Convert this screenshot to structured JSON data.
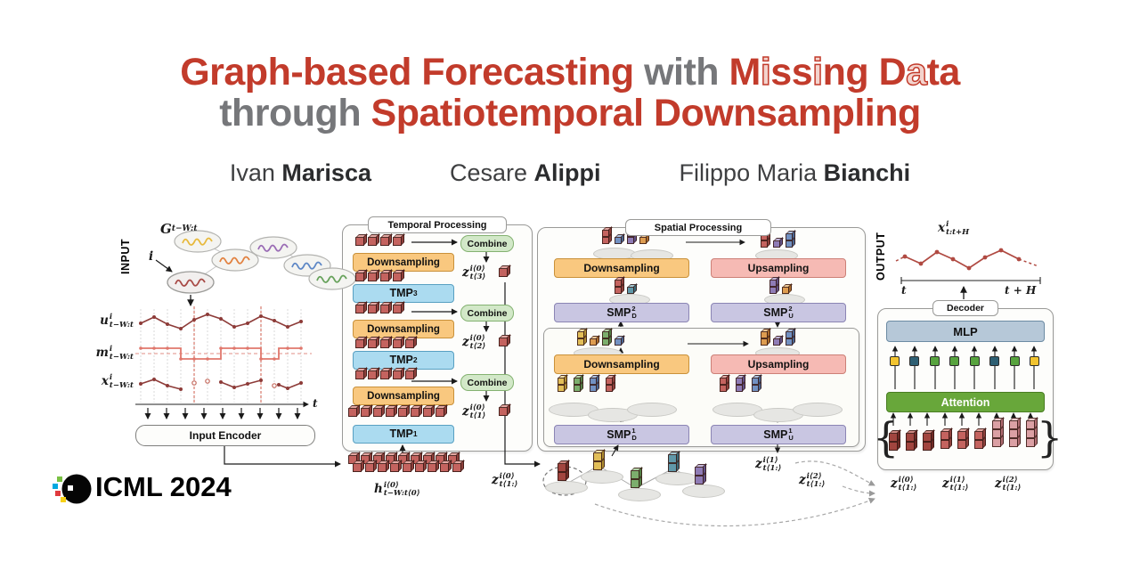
{
  "title": {
    "part1": "Graph-based Forecasting",
    "part2": "with",
    "missing_word": [
      "M",
      "i",
      "ss",
      "i",
      "ng"
    ],
    "data_word": [
      "D",
      "a",
      "ta"
    ],
    "part4": "through",
    "part5": "Spatiotemporal Downsampling"
  },
  "authors": [
    {
      "first": "Ivan",
      "last": "Marisca"
    },
    {
      "first": "Cesare",
      "last": "Alippi"
    },
    {
      "first": "Filippo Maria",
      "last": "Bianchi"
    }
  ],
  "input": {
    "section_label": "INPUT",
    "graph_symbol": {
      "base": "G",
      "sub": "t−W:t"
    },
    "node_symbol": "i",
    "series": [
      {
        "base": "u",
        "sup": "i",
        "sub": "t−W:t"
      },
      {
        "base": "m",
        "sup": "i",
        "sub": "t−W:t"
      },
      {
        "base": "x",
        "sup": "i",
        "sub": "t−W:t"
      }
    ],
    "axis_label": "t",
    "encoder": "Input Encoder",
    "node_signal_colors": [
      "#e7b93c",
      "#e2813f",
      "#9a6cb5",
      "#5d87c6",
      "#67a25b",
      "#a84a46"
    ]
  },
  "temporal": {
    "panel_label": "Temporal Processing",
    "downsampling": "Downsampling",
    "tmp3": {
      "base": "TMP",
      "sup": "3"
    },
    "tmp2": {
      "base": "TMP",
      "sup": "2"
    },
    "tmp1": {
      "base": "TMP",
      "sup": "1"
    },
    "combine": "Combine",
    "z3": {
      "base": "z",
      "sup": "i⟨0⟩",
      "sub": "t⟨3⟩"
    },
    "z2": {
      "base": "z",
      "sup": "i⟨0⟩",
      "sub": "t⟨2⟩"
    },
    "z1": {
      "base": "z",
      "sup": "i⟨0⟩",
      "sub": "t⟨1⟩"
    },
    "h0": {
      "base": "h",
      "sup": "i⟨0⟩",
      "sub": "t−W:t⟨0⟩"
    },
    "z_all": {
      "base": "z",
      "sup": "i⟨0⟩",
      "sub": "t⟨1:⟩"
    }
  },
  "spatial": {
    "panel_label": "Spatial Processing",
    "downsampling": "Downsampling",
    "upsampling": "Upsampling",
    "smp2d": {
      "base": "SMP",
      "sup": "2",
      "sub": "D"
    },
    "smp2u": {
      "base": "SMP",
      "sup": "2",
      "sub": "U"
    },
    "smp1d": {
      "base": "SMP",
      "sup": "1",
      "sub": "D"
    },
    "smp1u": {
      "base": "SMP",
      "sup": "1",
      "sub": "U"
    },
    "z_out1": {
      "base": "z",
      "sup": "i⟨1⟩",
      "sub": "t⟨1:⟩"
    },
    "z_out2": {
      "base": "z",
      "sup": "i⟨2⟩",
      "sub": "t⟨1:⟩"
    }
  },
  "output": {
    "section_label": "OUTPUT",
    "prediction": {
      "base": "x",
      "sup": "i",
      "sub": "t:t+H"
    },
    "axis_start": "t",
    "axis_end": "t + H",
    "decoder_label": "Decoder",
    "mlp": "MLP",
    "attention": "Attention",
    "brace_left": "{",
    "brace_right": "}",
    "selector_colors": [
      "#f2c430",
      "#2e5f73",
      "#57a33e",
      "#57a33e",
      "#57a33e",
      "#2e5f73",
      "#57a33e",
      "#f2c430"
    ],
    "z_inputs": [
      {
        "base": "z",
        "sup": "i⟨0⟩",
        "sub": "t⟨1:⟩"
      },
      {
        "base": "z",
        "sup": "i⟨1⟩",
        "sub": "t⟨1:⟩"
      },
      {
        "base": "z",
        "sup": "i⟨2⟩",
        "sub": "t⟨1:⟩"
      }
    ]
  },
  "footer": {
    "conference": "ICML 2024"
  },
  "palette": {
    "accent_red": "#c23b2b",
    "muted_gray": "#76777a",
    "downsampling_fill": "#f9c87f",
    "tmp_fill": "#abdbf0",
    "combine_fill": "#d2e8c8",
    "smp_fill": "#c9c6e2",
    "upsampling_fill": "#f6bab4",
    "mlp_fill": "#b6c8d8",
    "attention_fill": "#68a73a",
    "cube_red": "#c4635f"
  }
}
